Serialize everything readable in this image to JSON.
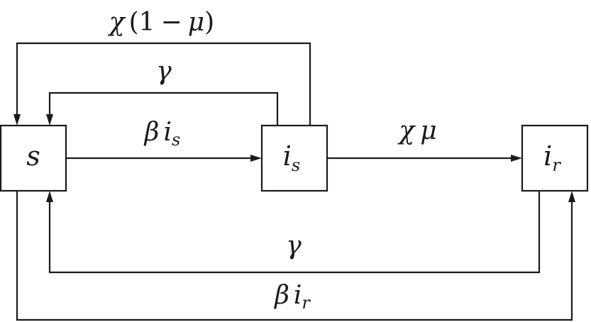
{
  "nodes": {
    "s": {
      "var": "s",
      "sub": ""
    },
    "is": {
      "var": "i",
      "sub": "s"
    },
    "ir": {
      "var": "i",
      "sub": "r"
    }
  },
  "edges": {
    "chi_one_minus_mu": {
      "chi": "χ",
      "open": "(",
      "one": "1",
      "minus": "−",
      "mu": "μ",
      "close": ")"
    },
    "gamma_top": {
      "symbol": "γ"
    },
    "beta_is": {
      "beta": "β",
      "var": "i",
      "sub": "s"
    },
    "chi_mu": {
      "chi": "χ",
      "mu": "μ"
    },
    "gamma_bottom": {
      "symbol": "γ"
    },
    "beta_ir": {
      "beta": "β",
      "var": "i",
      "sub": "r"
    }
  },
  "colors": {
    "stroke": "#1a1a1a",
    "background": "#ffffff"
  }
}
